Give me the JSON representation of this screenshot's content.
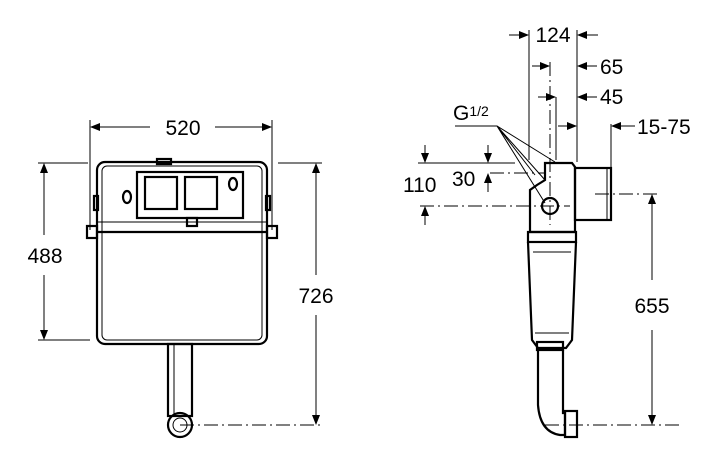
{
  "front_view": {
    "width_label": "520",
    "height_label": "488",
    "total_height_label": "726"
  },
  "side_view": {
    "depth_label": "124",
    "offset_65_label": "65",
    "offset_45_label": "45",
    "adjust_label": "15-75",
    "thread_label_main": "G",
    "thread_label_fraction": "1/2",
    "inlet_height_label": "110",
    "inlet_offset_label": "30",
    "outlet_height_label": "655"
  }
}
